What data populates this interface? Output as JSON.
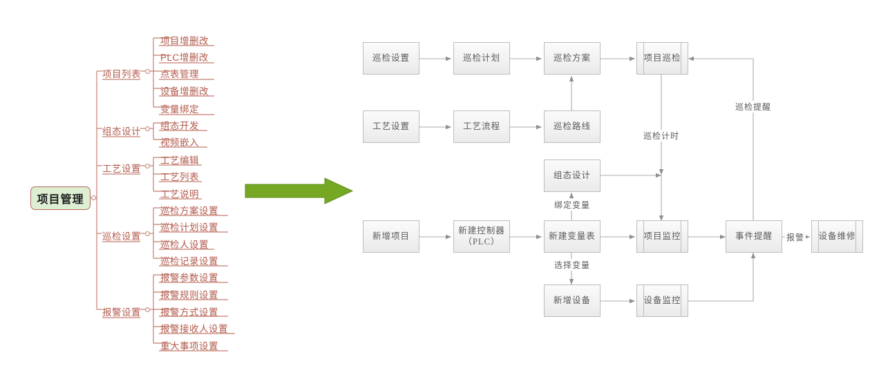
{
  "diagram": {
    "title_root": "项目管理",
    "transition_arrow": {
      "name": "green-right-arrow",
      "color": "#76a824"
    }
  },
  "mindmap": {
    "root": "项目管理",
    "branches": [
      {
        "label": "项目列表",
        "leaves": [
          "项目增删改",
          "PLC增删改",
          "点表管理",
          "设备增删改",
          "变量绑定"
        ]
      },
      {
        "label": "组态设计",
        "leaves": [
          "组态开发",
          "视频嵌入"
        ]
      },
      {
        "label": "工艺设置",
        "leaves": [
          "工艺编辑",
          "工艺列表",
          "工艺说明"
        ]
      },
      {
        "label": "巡检设置",
        "leaves": [
          "巡检方案设置",
          "巡检计划设置",
          "巡检人设置",
          "巡检记录设置"
        ]
      },
      {
        "label": "报警设置",
        "leaves": [
          "报警参数设置",
          "报警规则设置",
          "报警方式设置",
          "报警接收人设置",
          "重大事项设置"
        ]
      }
    ],
    "colors": {
      "text": "#b25a4c",
      "line": "#c47c6e",
      "root_fill": "#ddeed2",
      "root_border": "#b6685c"
    }
  },
  "flowchart": {
    "colors": {
      "box_border": "#b9bcc0",
      "box_fill": "#f2f2f2",
      "text": "#5a5a5a",
      "line": "#a8abaf"
    },
    "nodes": [
      {
        "id": "n1",
        "text": "巡检设置",
        "shape": "process"
      },
      {
        "id": "n2",
        "text": "巡检计划",
        "shape": "process"
      },
      {
        "id": "n3",
        "text": "巡检方案",
        "shape": "process"
      },
      {
        "id": "n4",
        "text": "项目巡检",
        "shape": "predefined"
      },
      {
        "id": "n5",
        "text": "工艺设置",
        "shape": "process"
      },
      {
        "id": "n6",
        "text": "工艺流程",
        "shape": "process"
      },
      {
        "id": "n7",
        "text": "巡检路线",
        "shape": "process"
      },
      {
        "id": "n8",
        "text": "组态设计",
        "shape": "process"
      },
      {
        "id": "n9",
        "text": "新增项目",
        "shape": "process"
      },
      {
        "id": "n10",
        "text": "新建控制器\n（PLC）",
        "shape": "process"
      },
      {
        "id": "n11",
        "text": "新建变量表",
        "shape": "process"
      },
      {
        "id": "n12",
        "text": "项目监控",
        "shape": "predefined"
      },
      {
        "id": "n13",
        "text": "事件提醒",
        "shape": "process"
      },
      {
        "id": "n14",
        "text": "设备维修",
        "shape": "predefined"
      },
      {
        "id": "n15",
        "text": "新增设备",
        "shape": "process"
      },
      {
        "id": "n16",
        "text": "设备监控",
        "shape": "predefined"
      }
    ],
    "edge_labels": [
      {
        "id": "l1",
        "text": "巡检提醒"
      },
      {
        "id": "l2",
        "text": "巡检计时"
      },
      {
        "id": "l3",
        "text": "绑定变量"
      },
      {
        "id": "l4",
        "text": "选择变量"
      },
      {
        "id": "l5",
        "text": "报警"
      }
    ]
  }
}
